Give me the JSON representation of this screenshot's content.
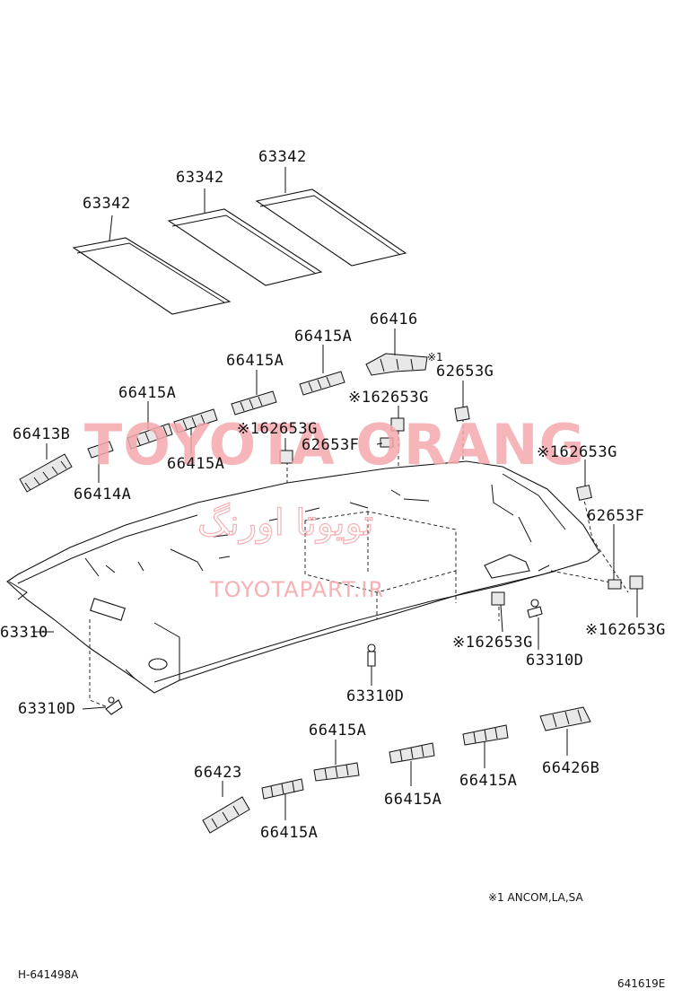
{
  "labels": {
    "p63342_a": "63342",
    "p63342_b": "63342",
    "p63342_c": "63342",
    "p66416": "66416",
    "p66415A_1": "66415A",
    "p66415A_2": "66415A",
    "p66415A_3": "66415A",
    "p66415A_4": "66415A",
    "p66413B": "66413B",
    "p66414A": "66414A",
    "p62653G_1": "62653G",
    "p62653G_2": "※162653G",
    "p62653G_3": "※162653G",
    "p62653F_1": "62653F",
    "p62653G_4": "※162653G",
    "p62653F_2": "62653F",
    "p62653G_5": "※162653G",
    "p62653G_6": "※162653G",
    "p63310": "63310",
    "p63310D_1": "63310D",
    "p63310D_2": "63310D",
    "p63310D_3": "63310D",
    "mark66416": "※1",
    "p66415A_5": "66415A",
    "p66423": "66423",
    "p66415A_6": "66415A",
    "p66415A_7": "66415A",
    "p66415A_8": "66415A",
    "p66426B": "66426B"
  },
  "footnote": "※1  ANCOM,LA,SA",
  "code_left": "H-641498A",
  "code_right": "641619E",
  "watermark": {
    "brand": "TOYOTA ORANG",
    "persian": "تویوتا اورنگ",
    "url": "TOYOTAPART.IR"
  },
  "colors": {
    "watermark": "#f4a9ad",
    "ink": "#111111"
  }
}
